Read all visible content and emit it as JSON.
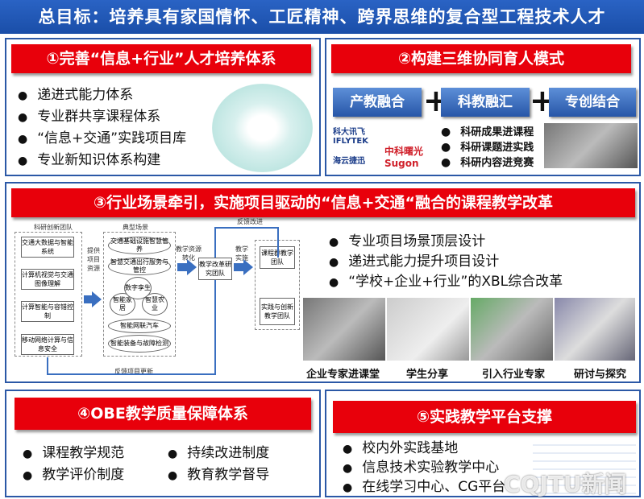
{
  "title": "总目标：培养具有家国情怀、工匠精神、跨界思维的复合型工程技术人才",
  "p1": {
    "header": "①完善“信息+行业”人才培养体系",
    "items": [
      "递进式能力体系",
      "专业群共享课程体系",
      "“信息+交通”实践项目库",
      "专业新知识体系构建"
    ]
  },
  "p2": {
    "header": "②构建三维协同育人模式",
    "boxes": [
      "产教融合",
      "科教融汇",
      "专创结合"
    ],
    "logos": [
      "科大讯飞 IFLYTEK",
      "海云捷迅",
      "中科曙光 Sugon"
    ],
    "items": [
      "科研成果进课程",
      "科研课题进实践",
      "科研内容进竞赛"
    ]
  },
  "p3": {
    "header": "③行业场景牵引，实施项目驱动的“信息+交通“融合的课程教学改革",
    "diagram": {
      "team_label": "科研创新团队",
      "teams": [
        "交通大数据与智能系统",
        "计算机视觉与交通图像理解",
        "计算智能与容错控制",
        "移动网络计算与信息安全"
      ],
      "arrow1": "提供项目资源",
      "scene_label": "典型场景",
      "scenes": [
        "交通基础设施智慧管养",
        "智慧交通出行服务与管控",
        "数字孪生",
        "智能家居",
        "智慧农业",
        "智能网联汽车",
        "智能装备与故障检测"
      ],
      "arrow2": "教学资源转化",
      "center": "教学改革研究团队",
      "arrow3": "教学实施",
      "right_teams": [
        "课程群教学团队",
        "实践与创新教学团队"
      ],
      "feedback_top": "反馈改进",
      "feedback_bottom": "反馈项目更新"
    },
    "items": [
      "专业项目场景顶层设计",
      "递进式能力提升项目设计",
      "“学校+企业+行业”的XBL综合改革"
    ],
    "photos": [
      "企业专家进课堂",
      "学生分享",
      "引入行业专家",
      "研讨与探究"
    ]
  },
  "p4": {
    "header": "④OBE教学质量保障体系",
    "items": [
      "课程教学规范",
      "教学评价制度",
      "持续改进制度",
      "教育教学督导"
    ]
  },
  "p5": {
    "header": "⑤实践教学平台支撑",
    "items": [
      "校内外实践基地",
      "信息技术实验教学中心",
      "在线学习中心、CG平台"
    ]
  },
  "watermark": "CQJTU新闻"
}
